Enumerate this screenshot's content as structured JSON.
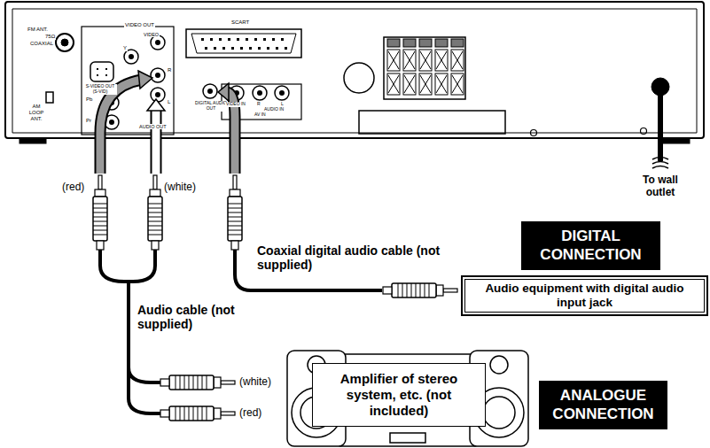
{
  "diagram": {
    "nodes": [
      {
        "text": [
          "DIGITAL CONNECTION"
        ]
      },
      {
        "text": [
          "Audio equipment with digital audio input jack"
        ]
      },
      {
        "text": [
          "Amplifier of stereo system, etc. (not included)"
        ]
      },
      {
        "text": [
          "ANALOGUE CONNECTION"
        ]
      }
    ],
    "labels": [
      "FM ANT.",
      "75Ω",
      "COAXIAL",
      "AM LOOP ANT.",
      "VIDEO OUT",
      "VIDEO",
      "Y",
      "Pb",
      "Pr",
      "S-VIDEO OUT (S-VID)",
      "R",
      "L",
      "AUDIO OUT",
      "SCART",
      "DIGITAL AUDIO OUT",
      "VIDEO IN",
      "R",
      "AUDIO IN",
      "L",
      "AV IN",
      "(red)",
      "(white)",
      "To wall outlet",
      "Coaxial digital audio cable (not supplied)",
      "Audio cable (not supplied)",
      "(white)",
      "(red)"
    ]
  }
}
